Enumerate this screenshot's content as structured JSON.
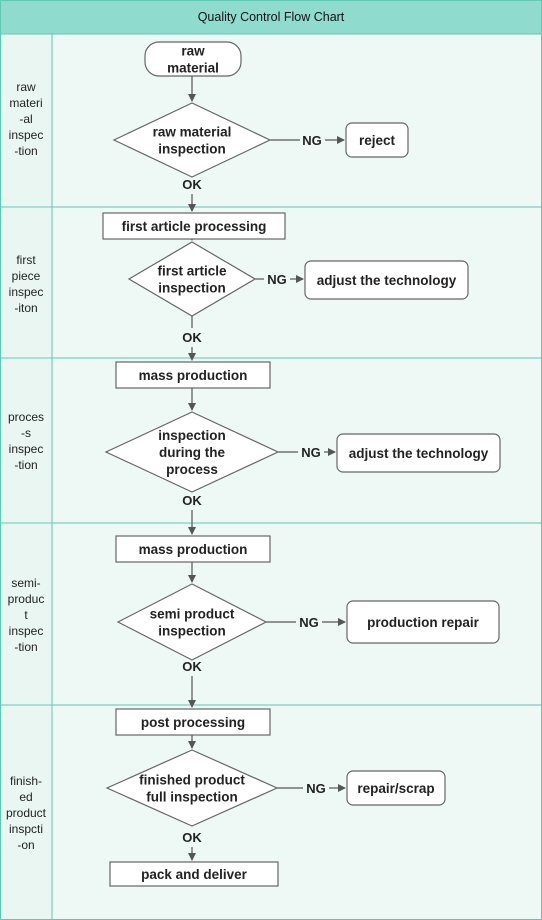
{
  "title": "Quality Control Flow Chart",
  "colors": {
    "title_bg": "#8fdccf",
    "lane_bg": "#e9f6f2",
    "content_bg": "#eef8f4",
    "grid_line": "#5fc9b5",
    "shape_stroke": "#666666",
    "shape_fill": "#ffffff",
    "arrow": "#555555"
  },
  "lanes": [
    {
      "label_lines": [
        "raw",
        "materi",
        "-al",
        "inspec",
        "-tion"
      ]
    },
    {
      "label_lines": [
        "first",
        "piece",
        "inspec",
        "-iton"
      ]
    },
    {
      "label_lines": [
        "proces",
        "-s",
        "inspec",
        "-tion"
      ]
    },
    {
      "label_lines": [
        "semi-",
        "produc",
        "t",
        "inspec",
        "-tion"
      ]
    },
    {
      "label_lines": [
        "finish-",
        "ed",
        "product",
        "inspcti",
        "-on"
      ]
    }
  ],
  "nodes": {
    "raw_material": [
      "raw",
      "material"
    ],
    "raw_inspection": [
      "raw material",
      "inspection"
    ],
    "reject": [
      "reject"
    ],
    "first_processing": [
      "first article processing"
    ],
    "first_inspection": [
      "first article",
      "inspection"
    ],
    "adjust_1": [
      "adjust the technology"
    ],
    "mass_production_1": [
      "mass production"
    ],
    "process_inspection": [
      "inspection",
      "during the",
      "process"
    ],
    "adjust_2": [
      "adjust the technology"
    ],
    "mass_production_2": [
      "mass production"
    ],
    "semi_inspection": [
      "semi product",
      "inspection"
    ],
    "production_repair": [
      "production repair"
    ],
    "post_processing": [
      "post processing"
    ],
    "finished_inspection": [
      "finished product",
      "full inspection"
    ],
    "repair_scrap": [
      "repair/scrap"
    ],
    "pack_deliver": [
      "pack and deliver"
    ]
  },
  "edge_labels": {
    "ng": "NG",
    "ok": "OK"
  }
}
